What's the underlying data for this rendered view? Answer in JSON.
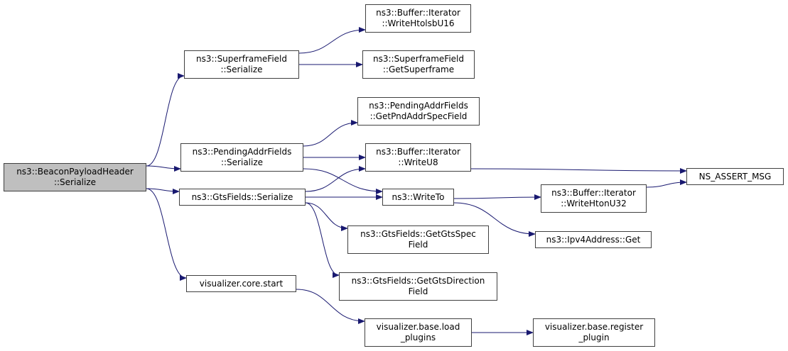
{
  "graph": {
    "nodes": [
      {
        "id": "root",
        "lines": [
          "ns3::BeaconPayloadHeader",
          "::Serialize"
        ],
        "highlight": true
      },
      {
        "id": "sf_ser",
        "lines": [
          "ns3::SuperframeField",
          "::Serialize"
        ]
      },
      {
        "id": "pa_ser",
        "lines": [
          "ns3::PendingAddrFields",
          "::Serialize"
        ]
      },
      {
        "id": "gts_ser",
        "lines": [
          "ns3::GtsFields::Serialize"
        ]
      },
      {
        "id": "vis_start",
        "lines": [
          "visualizer.core.start"
        ]
      },
      {
        "id": "w_lsb",
        "lines": [
          "ns3::Buffer::Iterator",
          "::WriteHtolsbU16"
        ]
      },
      {
        "id": "sf_get",
        "lines": [
          "ns3::SuperframeField",
          "::GetSuperframe"
        ]
      },
      {
        "id": "pa_get",
        "lines": [
          "ns3::PendingAddrFields",
          "::GetPndAddrSpecField"
        ]
      },
      {
        "id": "w_u8",
        "lines": [
          "ns3::Buffer::Iterator",
          "::WriteU8"
        ]
      },
      {
        "id": "write_to",
        "lines": [
          "ns3::WriteTo"
        ]
      },
      {
        "id": "gts_spec",
        "lines": [
          "ns3::GtsFields::GetGtsSpec",
          "Field"
        ]
      },
      {
        "id": "gts_dir",
        "lines": [
          "ns3::GtsFields::GetGtsDirection",
          "Field"
        ]
      },
      {
        "id": "vis_load",
        "lines": [
          "visualizer.base.load",
          "_plugins"
        ]
      },
      {
        "id": "w_hton",
        "lines": [
          "ns3::Buffer::Iterator",
          "::WriteHtonU32"
        ]
      },
      {
        "id": "ipv4_get",
        "lines": [
          "ns3::Ipv4Address::Get"
        ]
      },
      {
        "id": "vis_reg",
        "lines": [
          "visualizer.base.register",
          "_plugin"
        ]
      },
      {
        "id": "assert",
        "lines": [
          "NS_ASSERT_MSG"
        ]
      }
    ],
    "edges": [
      {
        "from": "root",
        "to": "sf_ser"
      },
      {
        "from": "root",
        "to": "pa_ser"
      },
      {
        "from": "root",
        "to": "gts_ser"
      },
      {
        "from": "root",
        "to": "vis_start"
      },
      {
        "from": "sf_ser",
        "to": "w_lsb"
      },
      {
        "from": "sf_ser",
        "to": "sf_get"
      },
      {
        "from": "pa_ser",
        "to": "pa_get"
      },
      {
        "from": "pa_ser",
        "to": "w_u8"
      },
      {
        "from": "pa_ser",
        "to": "write_to"
      },
      {
        "from": "gts_ser",
        "to": "w_u8"
      },
      {
        "from": "gts_ser",
        "to": "write_to"
      },
      {
        "from": "gts_ser",
        "to": "gts_spec"
      },
      {
        "from": "gts_ser",
        "to": "gts_dir"
      },
      {
        "from": "vis_start",
        "to": "vis_load"
      },
      {
        "from": "vis_load",
        "to": "vis_reg"
      },
      {
        "from": "w_u8",
        "to": "assert"
      },
      {
        "from": "write_to",
        "to": "w_hton"
      },
      {
        "from": "write_to",
        "to": "ipv4_get"
      },
      {
        "from": "w_hton",
        "to": "assert"
      }
    ],
    "colors": {
      "edge": "#191970",
      "node_border": "#404040",
      "root_fill": "#bfbfbf"
    }
  }
}
